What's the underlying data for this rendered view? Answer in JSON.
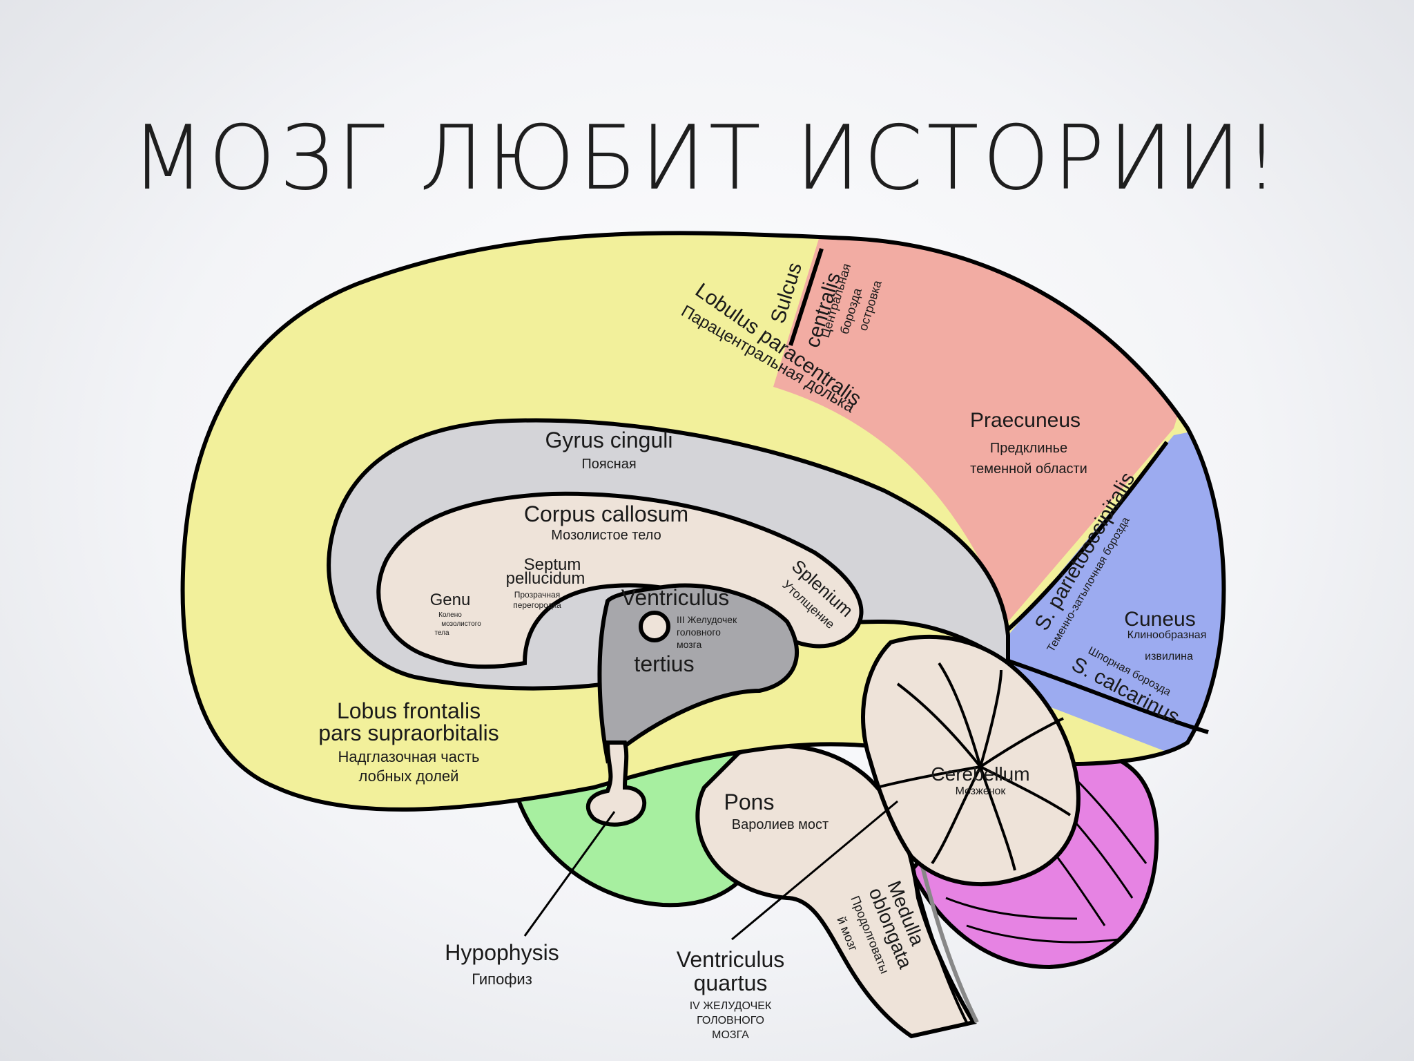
{
  "slide": {
    "title": "МОЗГ ЛЮБИТ ИСТОРИИ!"
  },
  "colors": {
    "frontal": "#f2f09b",
    "parietal": "#f2aca3",
    "occipital": "#9cabf0",
    "cingulate": "#d4d4d8",
    "brainstem": "#eee3d9",
    "ventricle": "#a7a7ab",
    "hypophysis_region": "#a7efa0",
    "cerebellum_vermis": "#e683e3"
  },
  "labels": {
    "sulcus": "Sulcus",
    "centralis": "centralis",
    "centralis_ru_1": "Центральная",
    "centralis_ru_2": "борозда",
    "centralis_ru_3": "островка",
    "paracentral_1": "Lobulus paracentralis",
    "paracentral_ru": "Парацентральная долька",
    "praecuneus": "Praecuneus",
    "praecuneus_ru_1": "Предклинье",
    "praecuneus_ru_2": "теменной области",
    "gyrus": "Gyrus cinguli",
    "gyrus_ru": "Поясная",
    "corpus": "Corpus callosum",
    "corpus_ru": "Мозолистое тело",
    "septum_1": "Septum",
    "septum_2": "pellucidum",
    "septum_ru_1": "Прозрачная",
    "septum_ru_2": "перегородка",
    "genu": "Genu",
    "genu_ru_1": "Колено",
    "genu_ru_2": "мозолистого",
    "genu_ru_3": "тела",
    "ventriculus": "Ventriculus",
    "tertius": "tertius",
    "ventriculus_ru_1": "III Желудочек",
    "ventriculus_ru_2": "головного",
    "ventriculus_ru_3": "мозга",
    "splenium": "Splenium",
    "splenium_ru": "Утолщение",
    "parieto": "S. parietooccipitalis",
    "parieto_ru": "Теменно-затылочная борозда",
    "cuneus": "Cuneus",
    "cuneus_ru_1": "Клинообразная",
    "cuneus_ru_2": "извилина",
    "calcarinus": "S. calcarinus",
    "calcarinus_ru": "Шпорная борозда",
    "frontal_1": "Lobus frontalis",
    "frontal_2": "pars supraorbitalis",
    "frontal_ru_1": "Надглазочная часть",
    "frontal_ru_2": "лобных долей",
    "cerebellum": "Cerebellum",
    "cerebellum_ru": "Мозжечок",
    "pons": "Pons",
    "pons_ru": "Варолиев мост",
    "medulla_1": "Medulla",
    "medulla_2": "oblongata",
    "medulla_ru_1": "Продолговаты",
    "medulla_ru_2": "й мозг",
    "hypophysis": "Hypophysis",
    "hypophysis_ru": "Гипофиз",
    "quartus_1": "Ventriculus",
    "quartus_2": "quartus",
    "quartus_ru_1": "IV ЖЕЛУДОЧЕК",
    "quartus_ru_2": "ГОЛОВНОГО",
    "quartus_ru_3": "МОЗГА"
  }
}
